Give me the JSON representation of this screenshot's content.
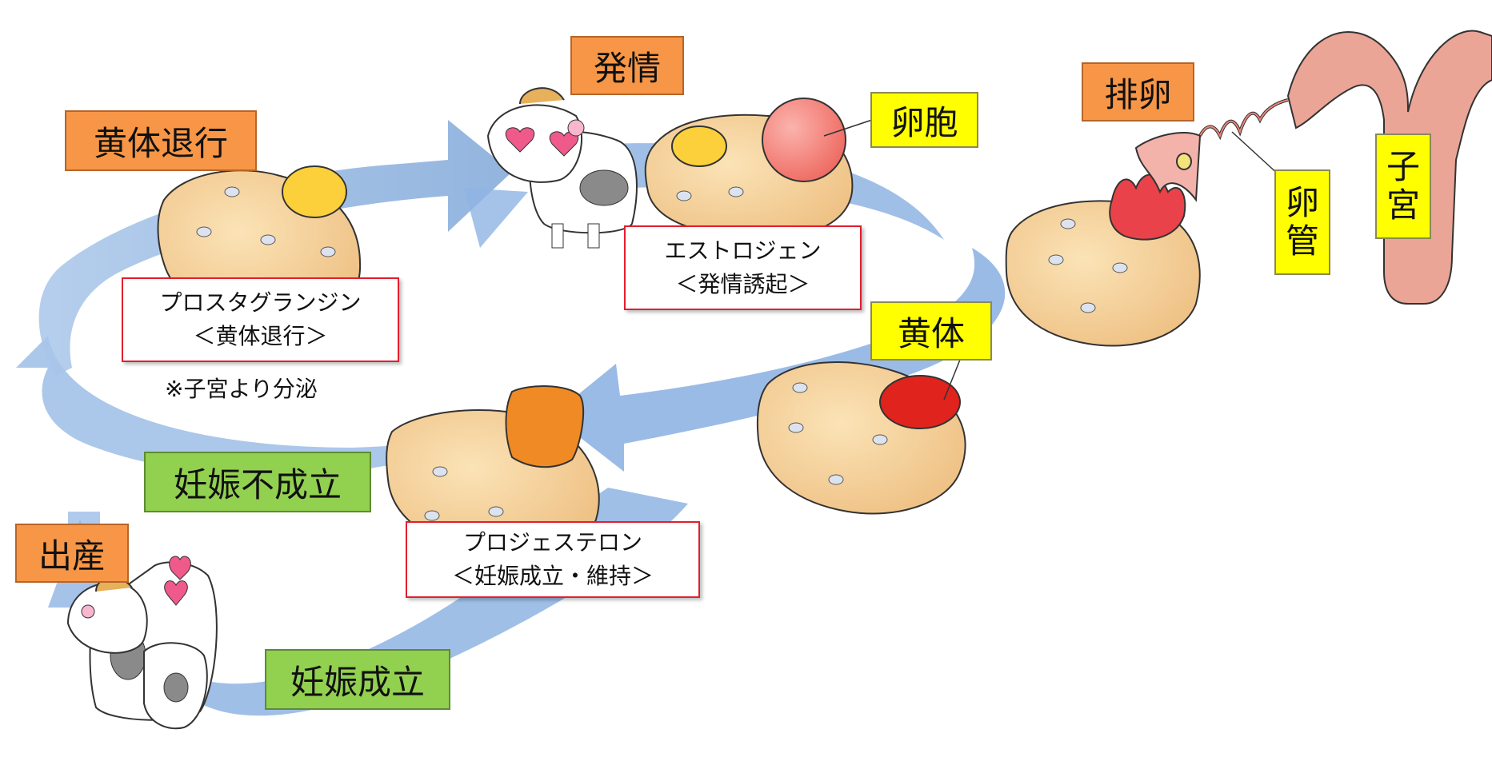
{
  "stages": {
    "luteolysis": "黄体退行",
    "estrus": "発情",
    "ovulation": "排卵",
    "birth": "出産",
    "not_pregnant": "妊娠不成立",
    "pregnant": "妊娠成立"
  },
  "structures": {
    "follicle": "卵胞",
    "corpus_luteum": "黄体",
    "oviduct": [
      "卵",
      "管"
    ],
    "uterus": [
      "子",
      "宮"
    ]
  },
  "hormones": {
    "pgf": {
      "name": "プロスタグランジン",
      "role": "＜黄体退行＞",
      "note": "※子宮より分泌"
    },
    "estrogen": {
      "name": "エストロジェン",
      "role": "＜発情誘起＞"
    },
    "progesterone": {
      "name": "プロジェステロン",
      "role": "＜妊娠成立・維持＞"
    }
  },
  "colors": {
    "stage_label": "#f79646",
    "structure_label": "#ffff00",
    "pregnancy_label": "#92d050",
    "hormone_border": "#e31e2e",
    "cycle_arrow": "#8fb4e3",
    "ovary": "#f4cf94",
    "follicle": "#f27d74",
    "corpus_luteum": "#e0231c",
    "uterus": "#eaa596"
  }
}
